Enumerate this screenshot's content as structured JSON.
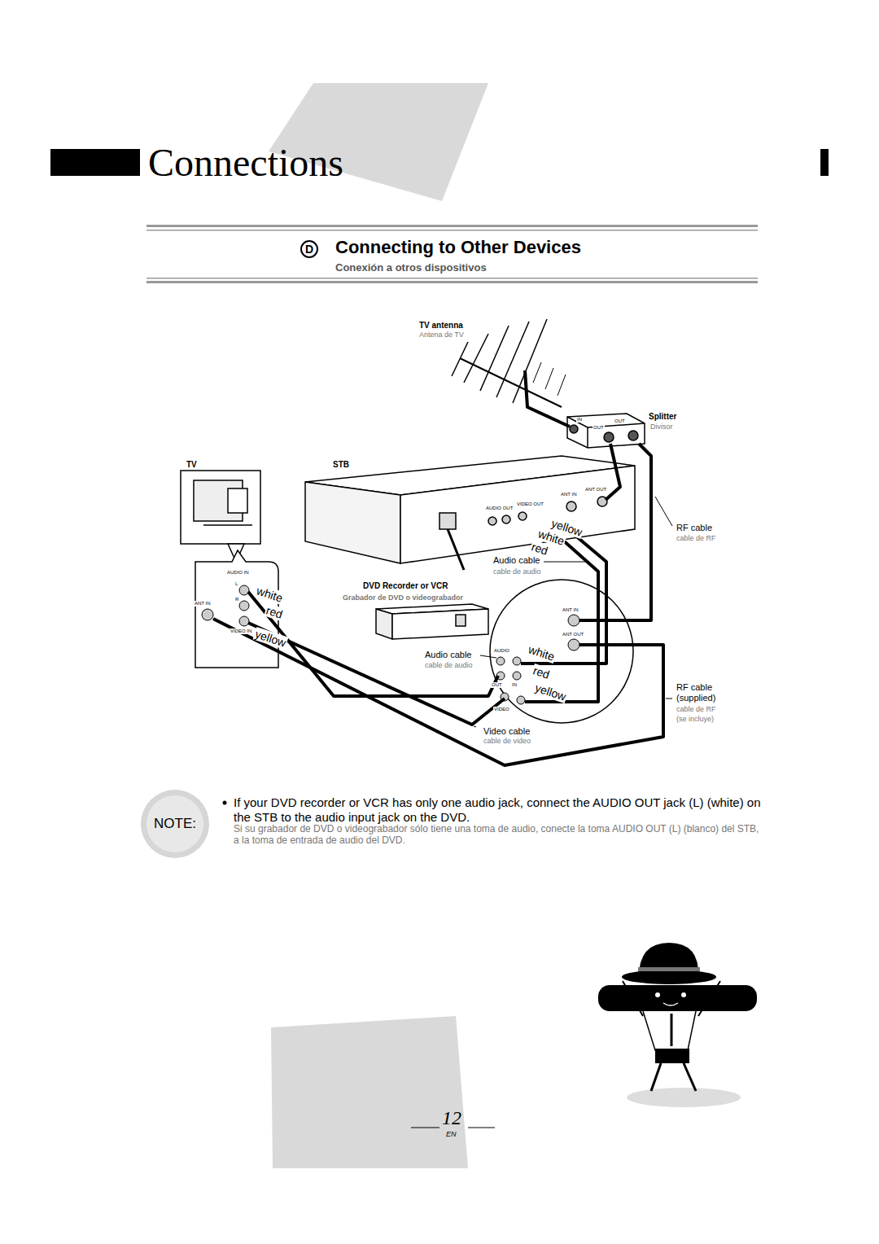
{
  "diagram": {
    "title": "Connections",
    "nodes": [
      {
        "text": [
          "D"
        ]
      },
      {
        "text": [
          "NOTE:"
        ]
      }
    ],
    "labels": [
      "Connecting to Other Devices",
      "Conexión a otros dispositivos",
      "TV antenna",
      "Antena de TV",
      "IN",
      "OUT",
      "OUT",
      "Splitter",
      "Divisor",
      "TV",
      "STB",
      "AUDIO OUT",
      "VIDEO OUT",
      "ANT IN",
      "ANT OUT",
      "yellow",
      "white",
      "red",
      "RF cable",
      "cable de RF",
      "Audio cable",
      "cable de audio",
      "DVD Recorder or VCR",
      "Grabador de DVD o videograbador",
      "AUDIO IN",
      "L",
      "ANT IN",
      "R",
      "VIDEO IN",
      "white",
      "red",
      "yellow",
      "ANT IN",
      "ANT OUT",
      "AUDIO",
      "OUT",
      "IN",
      "VIDEO",
      "white",
      "red",
      "yellow",
      "Audio cable",
      "cable de audio",
      "RF cable",
      "(supplied)",
      "cable de RF",
      "(se incluye)",
      "Video cable",
      "cable de video",
      "If your DVD recorder or VCR has only one audio jack, connect the AUDIO OUT jack (L) (white) on the STB to the audio input jack on the DVD.",
      "Si su grabador de DVD o videograbador sólo tiene una toma de audio, conecte la toma AUDIO OUT (L) (blanco) del STB, a la toma de entrada de audio del DVD.",
      "12",
      "EN"
    ]
  }
}
